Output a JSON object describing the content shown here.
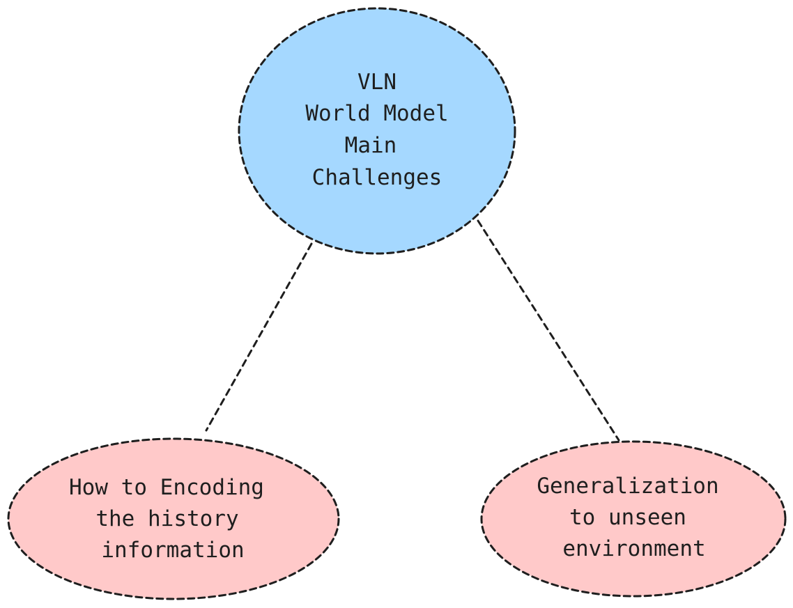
{
  "colors": {
    "center_fill": "#a5d8ff",
    "leaf_fill": "#ffc9c9",
    "stroke": "#1e1e1e",
    "background": "#ffffff"
  },
  "center_node": {
    "lines": [
      "VLN",
      "World Model",
      "Main",
      "Challenges"
    ]
  },
  "left_node": {
    "lines": [
      "How to Encoding",
      "the history",
      "information"
    ]
  },
  "right_node": {
    "lines": [
      "Generalization",
      "to unseen",
      "environment"
    ]
  }
}
